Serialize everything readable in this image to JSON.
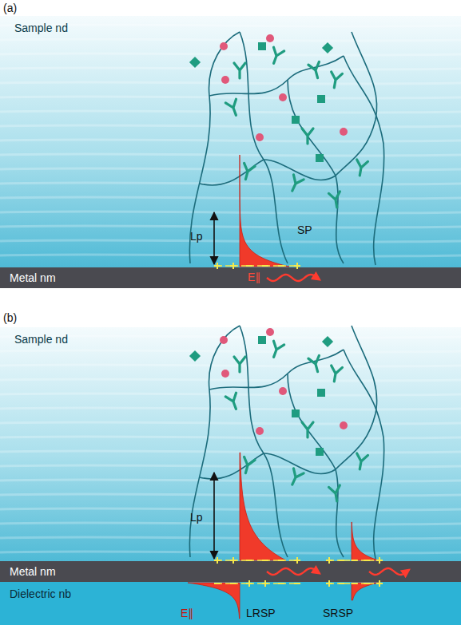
{
  "diagram": {
    "nodes": [
      {
        "text": [
          "Sample nd"
        ]
      },
      {
        "text": [
          "Metal nm"
        ]
      },
      {
        "text": [
          "Sample nd"
        ]
      },
      {
        "text": [
          "Metal nm"
        ]
      },
      {
        "text": [
          "Dielectric nb"
        ]
      }
    ],
    "labels": [
      "(a)",
      "Lp",
      "SP",
      "E∥",
      "(b)",
      "Lp",
      "E∥",
      "LRSP",
      "SRSP"
    ]
  }
}
